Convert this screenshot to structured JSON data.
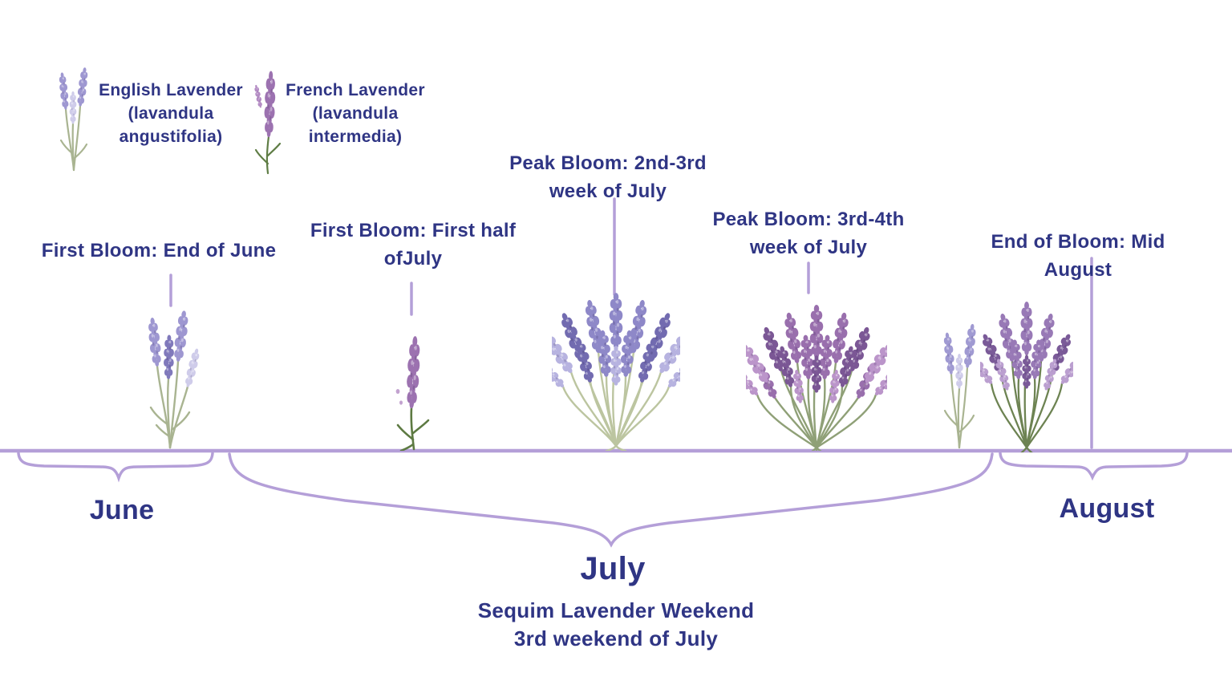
{
  "legend": {
    "english": {
      "name": "English Lavender",
      "latin": "(lavandula angustifolia)"
    },
    "french": {
      "name": "French Lavender",
      "latin": "(lavandula intermedia)"
    }
  },
  "annotations": {
    "first_bloom_english": {
      "lines": [
        "First Bloom: End of June"
      ]
    },
    "first_bloom_french": {
      "lines": [
        "First Bloom: First half",
        "ofJuly"
      ]
    },
    "peak_bloom_english": {
      "lines": [
        "Peak Bloom: 2nd-3rd",
        "week of July"
      ]
    },
    "peak_bloom_french": {
      "lines": [
        "Peak Bloom: 3rd-4th",
        "week of July"
      ]
    },
    "end_bloom": {
      "lines": [
        "End of Bloom: Mid August"
      ]
    }
  },
  "months": {
    "june": "June",
    "july": "July",
    "august": "August"
  },
  "event": {
    "line1": "Sequim Lavender Weekend",
    "line2": "3rd weekend of July"
  },
  "palette": {
    "text_navy": "#2f3584",
    "timeline_purple": "#b49fd8",
    "english_lavender_flower": "#9e97d1",
    "french_lavender_flower": "#9c72b0",
    "stem_green": "#a9b491"
  },
  "illustrations": [
    "english-lavender-sprig",
    "french-lavender-sprig",
    "english-lavender-first-bloom",
    "french-lavender-first-bloom",
    "english-lavender-peak-bloom-bouquet",
    "french-lavender-peak-bloom-bush",
    "english-lavender-end-bloom-sprig",
    "french-lavender-end-bloom-bush"
  ]
}
